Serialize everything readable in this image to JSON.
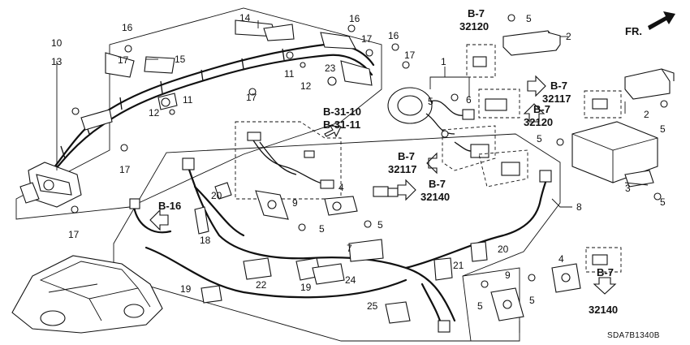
{
  "diagram_code": "SDA7B1340B",
  "direction_label": "FR.",
  "callouts": [
    {
      "id": "c1",
      "text": "1"
    },
    {
      "id": "c2a",
      "text": "2"
    },
    {
      "id": "c2b",
      "text": "2"
    },
    {
      "id": "c3",
      "text": "3"
    },
    {
      "id": "c4a",
      "text": "4"
    },
    {
      "id": "c4b",
      "text": "4"
    },
    {
      "id": "c5a",
      "text": "5"
    },
    {
      "id": "c5b",
      "text": "5"
    },
    {
      "id": "c5c",
      "text": "5"
    },
    {
      "id": "c5d",
      "text": "5"
    },
    {
      "id": "c5e",
      "text": "5"
    },
    {
      "id": "c5f",
      "text": "5"
    },
    {
      "id": "c5g",
      "text": "5"
    },
    {
      "id": "c5h",
      "text": "5"
    },
    {
      "id": "c5i",
      "text": "5"
    },
    {
      "id": "c6",
      "text": "6"
    },
    {
      "id": "c7",
      "text": "7"
    },
    {
      "id": "c8",
      "text": "8"
    },
    {
      "id": "c9a",
      "text": "9"
    },
    {
      "id": "c9b",
      "text": "9"
    },
    {
      "id": "c10",
      "text": "10"
    },
    {
      "id": "c13",
      "text": "13"
    },
    {
      "id": "c11a",
      "text": "11"
    },
    {
      "id": "c11b",
      "text": "11"
    },
    {
      "id": "c12a",
      "text": "12"
    },
    {
      "id": "c12b",
      "text": "12"
    },
    {
      "id": "c14",
      "text": "14"
    },
    {
      "id": "c15",
      "text": "15"
    },
    {
      "id": "c16a",
      "text": "16"
    },
    {
      "id": "c16b",
      "text": "16"
    },
    {
      "id": "c16c",
      "text": "16"
    },
    {
      "id": "c17a",
      "text": "17"
    },
    {
      "id": "c17b",
      "text": "17"
    },
    {
      "id": "c17c",
      "text": "17"
    },
    {
      "id": "c17d",
      "text": "17"
    },
    {
      "id": "c17e",
      "text": "17"
    },
    {
      "id": "c17f",
      "text": "17"
    },
    {
      "id": "c18",
      "text": "18"
    },
    {
      "id": "c19a",
      "text": "19"
    },
    {
      "id": "c19b",
      "text": "19"
    },
    {
      "id": "c20a",
      "text": "20"
    },
    {
      "id": "c20b",
      "text": "20"
    },
    {
      "id": "c21",
      "text": "21"
    },
    {
      "id": "c22",
      "text": "22"
    },
    {
      "id": "c23",
      "text": "23"
    },
    {
      "id": "c24",
      "text": "24"
    },
    {
      "id": "c25",
      "text": "25"
    }
  ],
  "references": [
    {
      "id": "r1",
      "section": "B-7",
      "page": "32120"
    },
    {
      "id": "r2",
      "section": "B-7",
      "page": "32117"
    },
    {
      "id": "r3",
      "section": "B-7",
      "page": "32120"
    },
    {
      "id": "r4",
      "section": "B-7",
      "page": "32117"
    },
    {
      "id": "r5",
      "section": "B-7",
      "page": "32140"
    },
    {
      "id": "r6",
      "section": "B-7",
      "page": "32140"
    },
    {
      "id": "r7",
      "section": "B-31-10",
      "page": ""
    },
    {
      "id": "r8",
      "section": "B-31-11",
      "page": ""
    },
    {
      "id": "r9",
      "section": "B-16",
      "page": ""
    }
  ]
}
